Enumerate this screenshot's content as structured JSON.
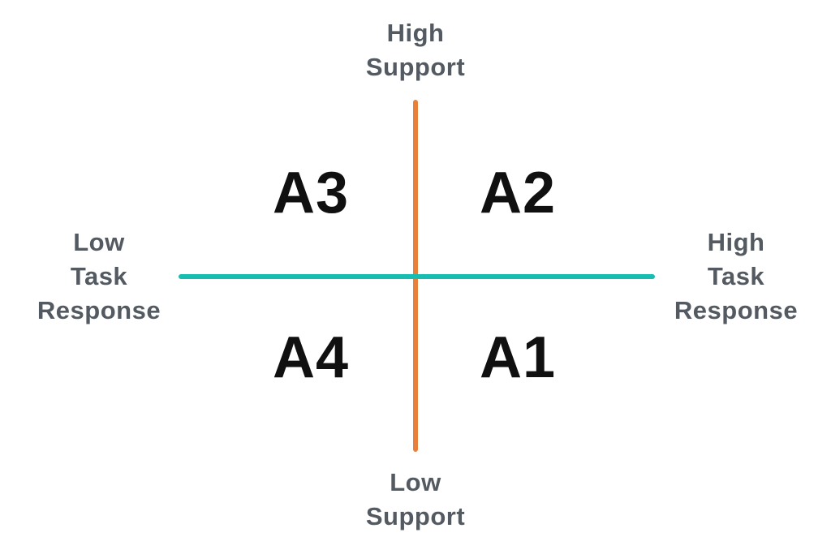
{
  "diagram": {
    "type": "quadrant",
    "axes": {
      "vertical": {
        "top_label": "High\nSupport",
        "bottom_label": "Low\nSupport",
        "color": "#E88039"
      },
      "horizontal": {
        "left_label": "Low\nTask\nResponse",
        "right_label": "High\nTask\nResponse",
        "color": "#18BDB2"
      }
    },
    "quadrants": [
      {
        "position": "top-left",
        "label": "A3"
      },
      {
        "position": "top-right",
        "label": "A2"
      },
      {
        "position": "bottom-left",
        "label": "A4"
      },
      {
        "position": "bottom-right",
        "label": "A1"
      }
    ],
    "colors": {
      "background": "#FFFFFF",
      "axis_label_text": "#545A61",
      "quadrant_label_text": "#101010",
      "vertical_axis": "#E88039",
      "horizontal_axis": "#18BDB2"
    }
  }
}
